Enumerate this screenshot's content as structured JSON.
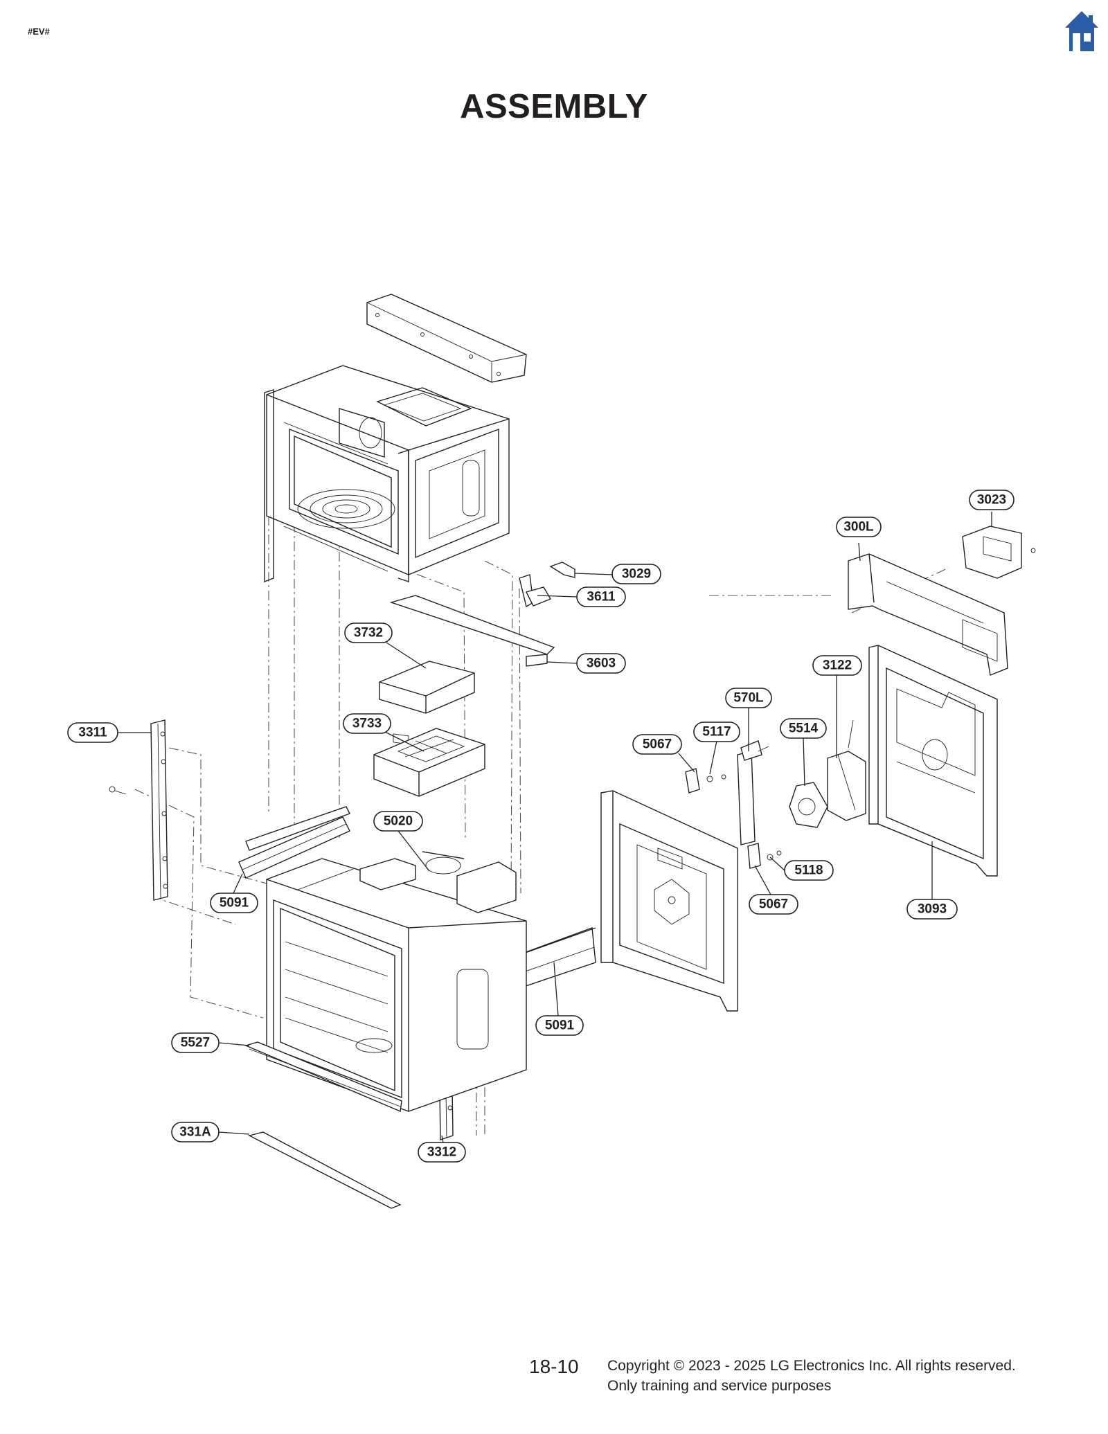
{
  "header": {
    "tag": "#EV#",
    "title": "ASSEMBLY",
    "home_icon": "home-icon",
    "home_color": "#2b5ca8"
  },
  "callouts": [
    {
      "id": "300L"
    },
    {
      "id": "3023"
    },
    {
      "id": "3029"
    },
    {
      "id": "3611"
    },
    {
      "id": "3603"
    },
    {
      "id": "3732"
    },
    {
      "id": "3733"
    },
    {
      "id": "3311"
    },
    {
      "id": "3122"
    },
    {
      "id": "570L"
    },
    {
      "id": "5117"
    },
    {
      "id": "5067"
    },
    {
      "id": "5514"
    },
    {
      "id": "5020"
    },
    {
      "id": "5091"
    },
    {
      "id": "5118"
    },
    {
      "id": "5067"
    },
    {
      "id": "3093"
    },
    {
      "id": "5091"
    },
    {
      "id": "5527"
    },
    {
      "id": "331A"
    },
    {
      "id": "3312"
    }
  ],
  "footer": {
    "page_number": "18-10",
    "copyright": "Copyright © 2023 - 2025 LG Electronics Inc. All rights reserved.",
    "note": "Only training and service purposes"
  }
}
